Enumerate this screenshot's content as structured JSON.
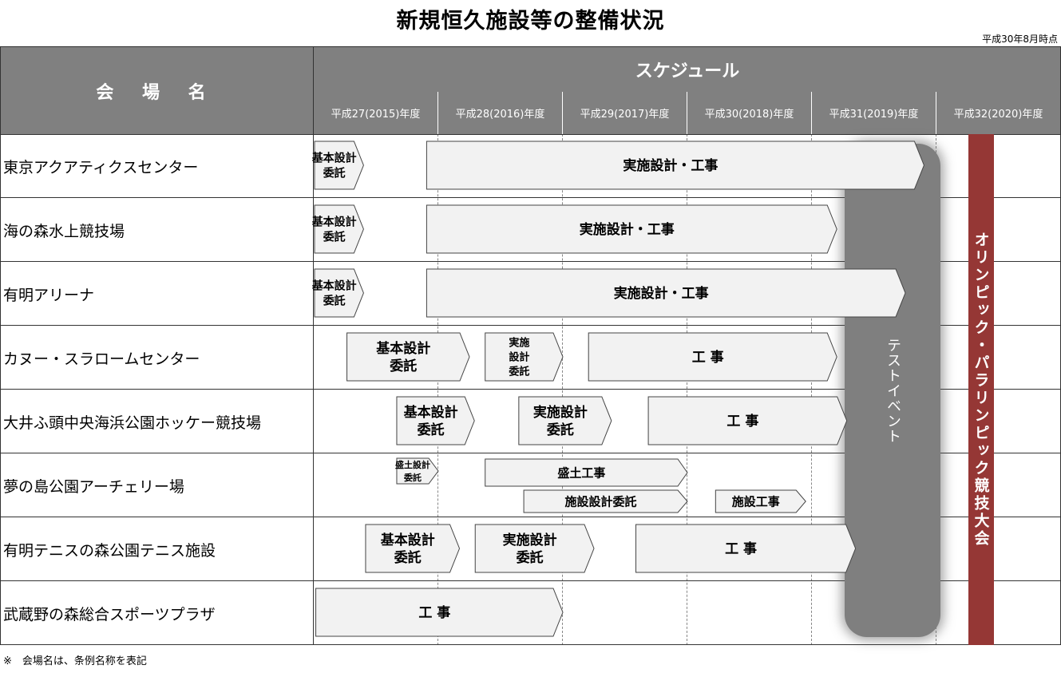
{
  "title": "新規恒久施設等の整備状況",
  "as_of": "平成30年8月時点",
  "header": {
    "venue_col": "会 場 名",
    "schedule": "スケジュール",
    "years": [
      "平成27(2015)年度",
      "平成28(2016)年度",
      "平成29(2017)年度",
      "平成30(2018)年度",
      "平成31(2019)年度",
      "平成32(2020)年度"
    ]
  },
  "venues": [
    "東京アクアティクスセンター",
    "海の森水上競技場",
    "有明アリーナ",
    "カヌー・スラロームセンター",
    "大井ふ頭中央海浜公園ホッケー競技場",
    "夢の島公園アーチェリー場",
    "有明テニスの森公園テニス施設",
    "武蔵野の森総合スポーツプラザ"
  ],
  "tasks": [
    {
      "row": 0,
      "label": "基本設計\n委託",
      "start": 0.0,
      "end": 0.4
    },
    {
      "row": 0,
      "label": "実施設計・工事",
      "start": 0.9,
      "end": 4.9
    },
    {
      "row": 1,
      "label": "基本設計\n委託",
      "start": 0.0,
      "end": 0.4
    },
    {
      "row": 1,
      "label": "実施設計・工事",
      "start": 0.9,
      "end": 4.2
    },
    {
      "row": 2,
      "label": "基本設計\n委託",
      "start": 0.0,
      "end": 0.4
    },
    {
      "row": 2,
      "label": "実施設計・工事",
      "start": 0.9,
      "end": 4.75
    },
    {
      "row": 3,
      "label": "基本設計\n委託",
      "start": 0.26,
      "end": 1.25
    },
    {
      "row": 3,
      "label": "実施\n設計\n委託",
      "start": 1.37,
      "end": 2.0
    },
    {
      "row": 3,
      "label": "工 事",
      "start": 2.2,
      "end": 4.2
    },
    {
      "row": 4,
      "label": "基本設計\n委託",
      "start": 0.66,
      "end": 1.29
    },
    {
      "row": 4,
      "label": "実施設計\n委託",
      "start": 1.64,
      "end": 2.39
    },
    {
      "row": 4,
      "label": "工 事",
      "start": 2.68,
      "end": 4.28
    },
    {
      "row": 5,
      "label": "盛土設計\n委託",
      "start": 0.66,
      "end": 1.0,
      "lane": "top-small"
    },
    {
      "row": 5,
      "label": "盛土工事",
      "start": 1.37,
      "end": 3.0,
      "lane": "top"
    },
    {
      "row": 5,
      "label": "施設設計委託",
      "start": 1.68,
      "end": 3.0,
      "lane": "bottom"
    },
    {
      "row": 5,
      "label": "施設工事",
      "start": 3.22,
      "end": 3.95,
      "lane": "bottom"
    },
    {
      "row": 6,
      "label": "基本設計\n委託",
      "start": 0.41,
      "end": 1.17
    },
    {
      "row": 6,
      "label": "実施設計\n委託",
      "start": 1.29,
      "end": 2.25
    },
    {
      "row": 6,
      "label": "工 事",
      "start": 2.58,
      "end": 4.35
    },
    {
      "row": 7,
      "label": "工 事",
      "start": 0.01,
      "end": 2.0
    }
  ],
  "test_event": "テストイベント",
  "olympics": "オリンピック・パラリンピック競技大会",
  "footnote": "※　会場名は、条例名称を表記",
  "colors": {
    "header_bg": "#808080",
    "bar_fill": "#f2f2f2",
    "test_event": "#7f7f7f",
    "olympics": "#953735"
  }
}
